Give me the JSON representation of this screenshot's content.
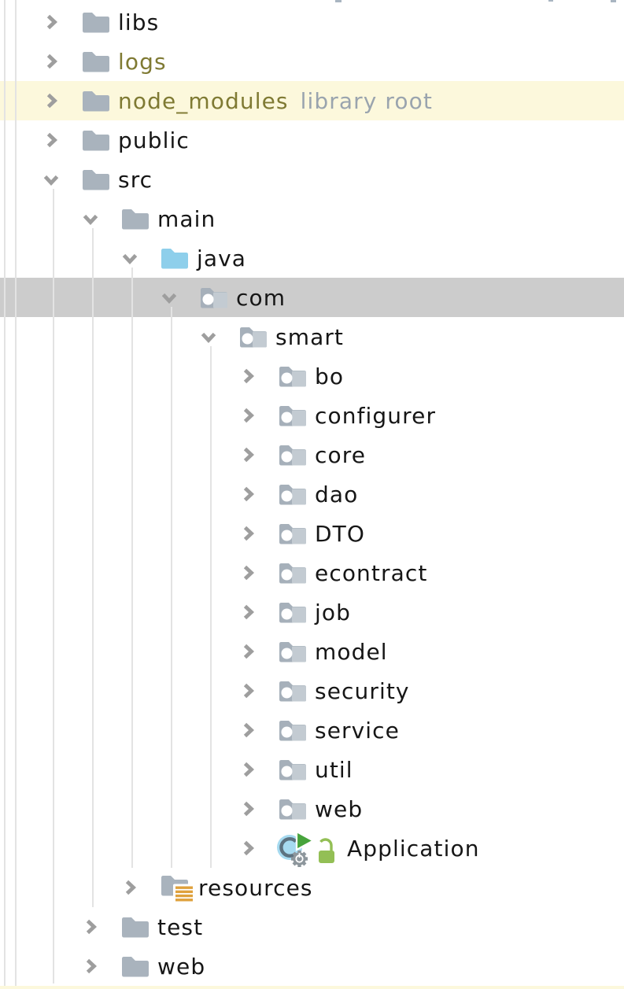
{
  "panel": {
    "name": "project-file-tree",
    "selected_item": "com",
    "highlighted_library_item": "node_modules"
  },
  "colors": {
    "text": "#161616",
    "excludedText": "#7f7a33",
    "mutedText": "#9aa4ae",
    "selectionBg": "#cccccc",
    "libraryRowBg": "#fcf8dc",
    "guide": "#e3e3e3",
    "chevron": "#9e9e9e",
    "folder": "#a9b3bd",
    "javaFolder": "#8ecfeb",
    "packageFolderDark": "#a6b0ba",
    "packageFolderLight": "#c3cbd2",
    "packageDot": "#ffffff",
    "resourcesBadge": "#dfa13c",
    "appCircle": "#a6daf0",
    "appC": "#5d7280",
    "runTriangle": "#47a43c",
    "gear": "#8d969c",
    "lock": "#93bf55"
  },
  "tree": {
    "rows": [
      {
        "label": "libs",
        "level": 0,
        "state": "collapsed",
        "icon": "folder",
        "textStyle": "normal"
      },
      {
        "label": "logs",
        "level": 0,
        "state": "collapsed",
        "icon": "folder",
        "textStyle": "excluded"
      },
      {
        "label": "node_modules",
        "level": 0,
        "state": "collapsed",
        "icon": "folder",
        "textStyle": "excluded",
        "suffix": "library root",
        "highlighted": true
      },
      {
        "label": "public",
        "level": 0,
        "state": "collapsed",
        "icon": "folder",
        "textStyle": "normal"
      },
      {
        "label": "src",
        "level": 0,
        "state": "expanded",
        "icon": "folder",
        "textStyle": "normal"
      },
      {
        "label": "main",
        "level": 1,
        "state": "expanded",
        "icon": "folder",
        "textStyle": "normal"
      },
      {
        "label": "java",
        "level": 2,
        "state": "expanded",
        "icon": "java-folder",
        "textStyle": "normal"
      },
      {
        "label": "com",
        "level": 3,
        "state": "expanded",
        "icon": "package",
        "textStyle": "normal",
        "selected": true
      },
      {
        "label": "smart",
        "level": 4,
        "state": "expanded",
        "icon": "package",
        "textStyle": "normal"
      },
      {
        "label": "bo",
        "level": 5,
        "state": "collapsed",
        "icon": "package",
        "textStyle": "normal"
      },
      {
        "label": "configurer",
        "level": 5,
        "state": "collapsed",
        "icon": "package",
        "textStyle": "normal"
      },
      {
        "label": "core",
        "level": 5,
        "state": "collapsed",
        "icon": "package",
        "textStyle": "normal"
      },
      {
        "label": "dao",
        "level": 5,
        "state": "collapsed",
        "icon": "package",
        "textStyle": "normal"
      },
      {
        "label": "DTO",
        "level": 5,
        "state": "collapsed",
        "icon": "package",
        "textStyle": "normal"
      },
      {
        "label": "econtract",
        "level": 5,
        "state": "collapsed",
        "icon": "package",
        "textStyle": "normal"
      },
      {
        "label": "job",
        "level": 5,
        "state": "collapsed",
        "icon": "package",
        "textStyle": "normal"
      },
      {
        "label": "model",
        "level": 5,
        "state": "collapsed",
        "icon": "package",
        "textStyle": "normal"
      },
      {
        "label": "security",
        "level": 5,
        "state": "collapsed",
        "icon": "package",
        "textStyle": "normal"
      },
      {
        "label": "service",
        "level": 5,
        "state": "collapsed",
        "icon": "package",
        "textStyle": "normal"
      },
      {
        "label": "util",
        "level": 5,
        "state": "collapsed",
        "icon": "package",
        "textStyle": "normal"
      },
      {
        "label": "web",
        "level": 5,
        "state": "collapsed",
        "icon": "package",
        "textStyle": "normal"
      },
      {
        "label": "Application",
        "level": 5,
        "state": "collapsed",
        "icon": "application-class",
        "textStyle": "normal"
      },
      {
        "label": "resources",
        "level": 2,
        "state": "collapsed",
        "icon": "resources-folder",
        "textStyle": "normal"
      },
      {
        "label": "test",
        "level": 1,
        "state": "collapsed",
        "icon": "folder",
        "textStyle": "normal"
      },
      {
        "label": "web",
        "level": 1,
        "state": "collapsed",
        "icon": "folder",
        "textStyle": "normal"
      }
    ]
  }
}
